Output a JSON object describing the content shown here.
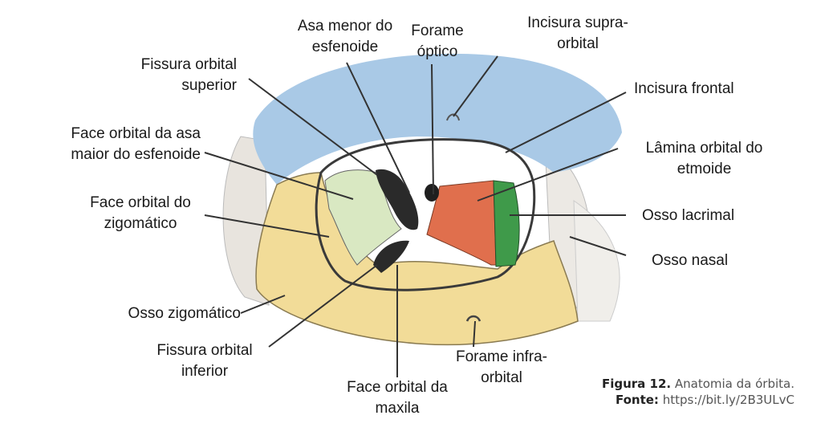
{
  "labels": {
    "asa_menor": "Asa menor do\nesfenoide",
    "forame_optico": "Forame\nóptico",
    "incisura_supra": "Incisura supra-\norbital",
    "fissura_superior": "Fissura orbital\nsuperior",
    "incisura_frontal": "Incisura frontal",
    "face_asa_maior": "Face orbital da asa\nmaior do esfenoide",
    "lamina_etmoide": "Lâmina orbital do\netmoide",
    "face_zigomatico": "Face orbital do\nzigomático",
    "osso_lacrimal": "Osso lacrimal",
    "osso_nasal": "Osso nasal",
    "osso_zigomatico": "Osso zigomático",
    "fissura_inferior": "Fissura orbital\ninferior",
    "forame_infra": "Forame infra-\norbital",
    "face_maxila": "Face orbital da\nmaxila"
  },
  "caption": {
    "figure": "Figura 12.",
    "title": "Anatomia da órbita.",
    "source_label": "Fonte:",
    "source": "https://bit.ly/2B3ULvC"
  },
  "colors": {
    "frontal": "#a9c9e6",
    "zygomatic_maxilla": "#f2dc98",
    "sphenoid_greater": "#d9e8c2",
    "ethmoid": "#e06f4d",
    "lacrimal": "#3f9a4a",
    "fissure": "#2a2a2a"
  }
}
